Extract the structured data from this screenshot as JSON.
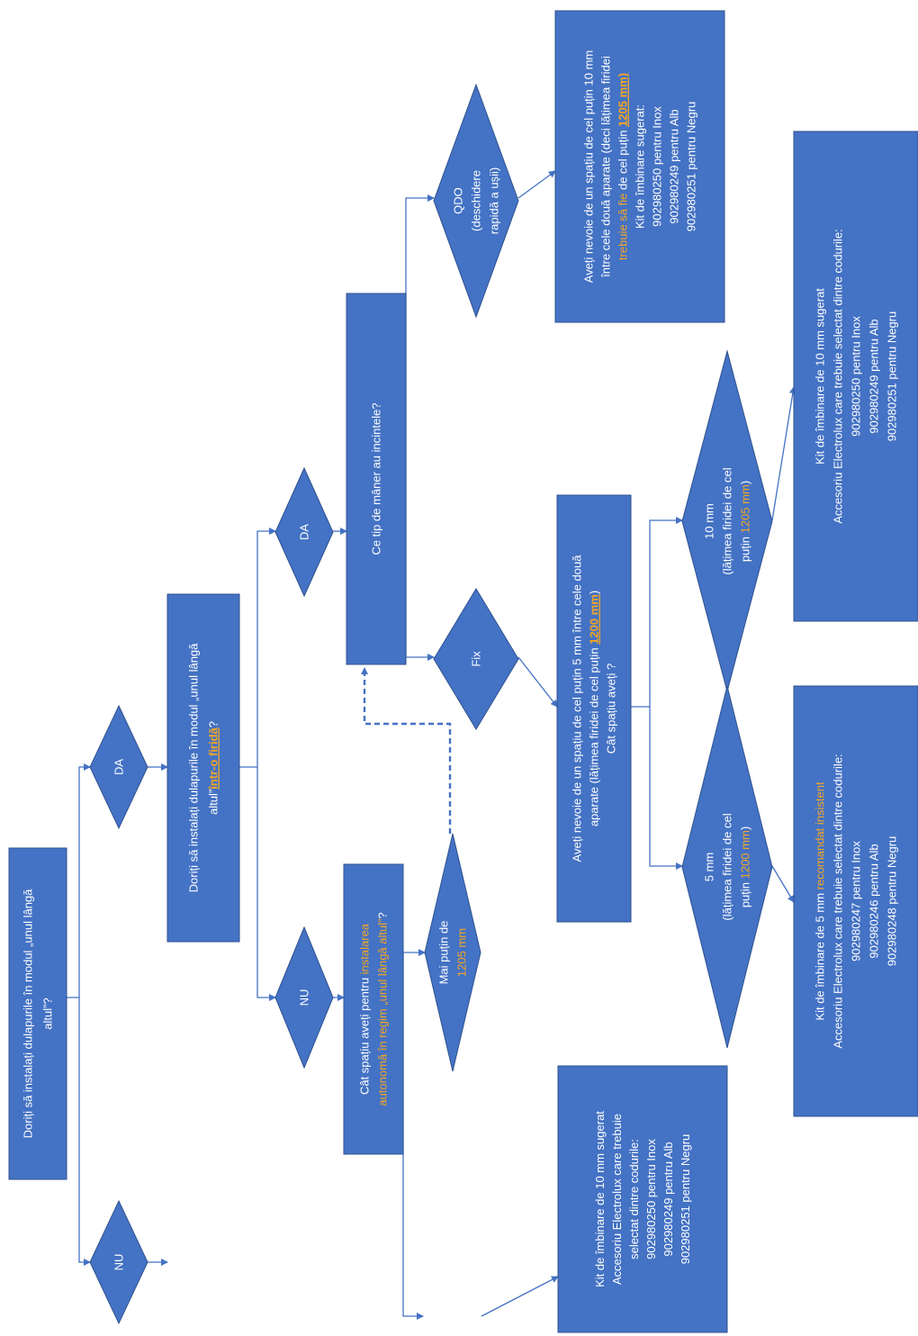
{
  "colors": {
    "box": "#4472c4",
    "line": "#4472c4",
    "highlight": "#f5a623",
    "text": "#ffffff"
  },
  "nodes": {
    "q_side_by_side": [
      "Doriți să instalați dulapurile în modul „unul lângă",
      "altul”?"
    ],
    "da1": [
      "DA"
    ],
    "nu1": [
      "NU"
    ],
    "q_niche": [
      [
        {
          "t": "Doriți să instalați dulapurile în modul „unul lângă"
        }
      ],
      [
        {
          "t": "altul”"
        },
        {
          "t": "într-o firidă",
          "c": "hlb"
        },
        {
          "t": "?"
        }
      ]
    ],
    "da2": [
      "DA"
    ],
    "nu2": [
      "NU"
    ],
    "q_handle": [
      "Ce tip de mâner au incintele?"
    ],
    "q_space_standalone": [
      [
        {
          "t": "Cât spațiu aveți pentru "
        },
        {
          "t": "instalarea",
          "c": "hl"
        }
      ],
      [
        {
          "t": "autonomă în regim „unul lângă altul”",
          "c": "hl"
        },
        {
          "t": "?"
        }
      ]
    ],
    "less_1205": [
      [
        {
          "t": "Mai puțin de"
        }
      ],
      [
        {
          "t": "1205 mm",
          "c": "hl"
        }
      ]
    ],
    "qdo": [
      "QDO",
      "(deschidere",
      "rapidă a ușii)"
    ],
    "fix": [
      "Fix"
    ],
    "qdo_result": [
      [
        {
          "t": "Aveți nevoie de un spațiu de cel puțin 10 mm"
        }
      ],
      [
        {
          "t": "între cele două aparate (deci lățimea firidei"
        }
      ],
      [
        {
          "t": "trebuie să fie",
          "c": "hl"
        },
        {
          "t": " de cel puțin "
        },
        {
          "t": "1205 mm)",
          "c": "hlb"
        }
      ],
      [
        {
          "t": "Kit de îmbinare sugerat:"
        }
      ],
      [
        {
          "t": "902980250 pentru Inox"
        }
      ],
      [
        {
          "t": "902980249 pentru Alb"
        }
      ],
      [
        {
          "t": "902980251 pentru Negru"
        }
      ]
    ],
    "fix_result": [
      [
        {
          "t": "Aveți nevoie de un spațiu de cel puțin 5 mm între cele două"
        }
      ],
      [
        {
          "t": "aparate (lățimea firidei de cel puțin "
        },
        {
          "t": "1200 mm",
          "c": "hlb"
        },
        {
          "t": ")"
        }
      ],
      [
        {
          "t": "Cât spațiu aveți ?"
        }
      ]
    ],
    "opt_10mm": [
      [
        {
          "t": "10 mm"
        }
      ],
      [
        {
          "t": "(lățimea firidei de cel"
        }
      ],
      [
        {
          "t": "puțin "
        },
        {
          "t": "1205 mm",
          "c": "hl"
        },
        {
          "t": ")"
        }
      ]
    ],
    "opt_5mm": [
      [
        {
          "t": "5 mm"
        }
      ],
      [
        {
          "t": "(lățimea firidei de cel"
        }
      ],
      [
        {
          "t": "puțin "
        },
        {
          "t": "1200 mm",
          "c": "hl"
        },
        {
          "t": ")"
        }
      ]
    ],
    "kit_10mm": [
      "Kit de îmbinare de 10 mm sugerat",
      "Accesoriu Electrolux care trebuie selectat dintre codurile:",
      "902980250 pentru Inox",
      "902980249 pentru Alb",
      "902980251 pentru Negru"
    ],
    "kit_5mm": [
      [
        {
          "t": "Kit de îmbinare de 5 mm "
        },
        {
          "t": "recomandat insistent",
          "c": "hl"
        }
      ],
      [
        {
          "t": "Accesoriu Electrolux care trebuie selectat dintre codurile:"
        }
      ],
      [
        {
          "t": "902980247 pentru Inox"
        }
      ],
      [
        {
          "t": "902980246 pentru Alb"
        }
      ],
      [
        {
          "t": "902980248 pentru Negru"
        }
      ]
    ],
    "kit_standalone": [
      "Kit de îmbinare de 10 mm sugerat",
      "Accesoriu Electrolux care trebuie",
      "selectat dintre codurile:",
      "902980250 pentru Inox",
      "902980249 pentru Alb",
      "902980251 pentru Negru"
    ]
  }
}
